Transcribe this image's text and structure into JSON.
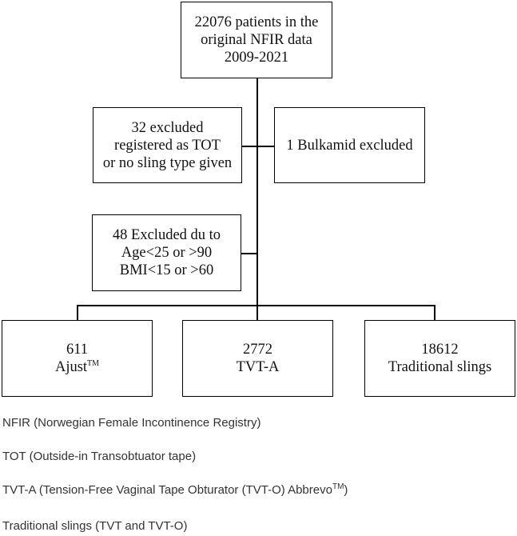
{
  "flowchart": {
    "top": {
      "line1": "22076 patients in the",
      "line2": "original NFIR data",
      "line3": "2009-2021"
    },
    "excl_left": {
      "line1": "32 excluded",
      "line2": "registered as TOT",
      "line3": "or no sling type given"
    },
    "excl_right": {
      "line1": "1 Bulkamid excluded"
    },
    "excl_age": {
      "line1": "48 Excluded du to",
      "line2": "Age<25 or >90",
      "line3": "BMI<15 or >60"
    },
    "outcomes": [
      {
        "count": "611",
        "label": "Ajust",
        "sup": "TM"
      },
      {
        "count": "2772",
        "label": "TVT-A",
        "sup": ""
      },
      {
        "count": "18612",
        "label": "Traditional slings",
        "sup": ""
      }
    ]
  },
  "legend": {
    "nfir": "NFIR (Norwegian Female Incontinence Registry)",
    "tot": "TOT (Outside-in Transobtuator tape)",
    "tvta": "TVT-A (Tension-Free Vaginal Tape Obturator (TVT-O) Abbrevo",
    "tvta_sup": "TM",
    "tvta_end": ")",
    "traditional": "Traditional slings (TVT and TVT-O)"
  }
}
